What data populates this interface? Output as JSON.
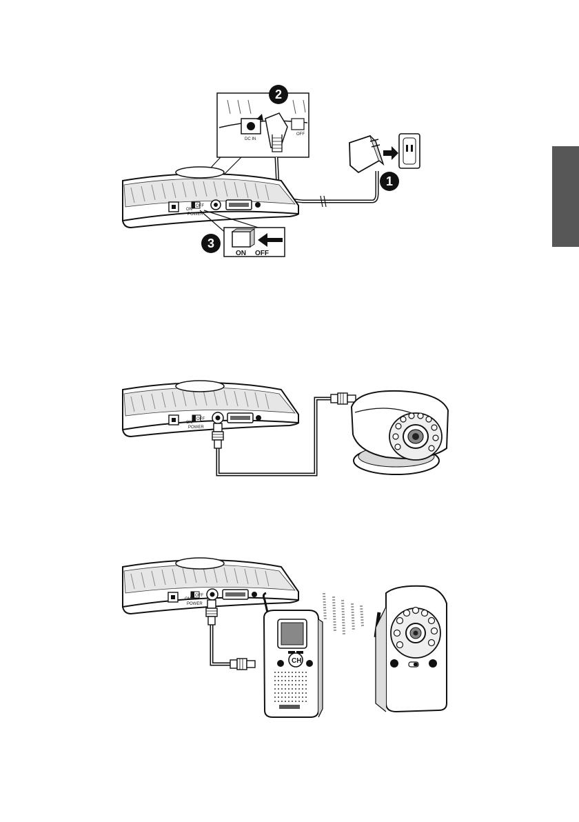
{
  "page": {
    "side_tab_color": "#575757"
  },
  "figure1": {
    "step_markers": [
      "1",
      "2",
      "3"
    ],
    "switch_on_label": "ON",
    "switch_off_label": "OFF",
    "inset_switch_off_label": "OFF",
    "dc_in_label": "DC IN",
    "receiver_on_label": "ON",
    "receiver_off_label": "OFF",
    "receiver_power_label": "POWER"
  },
  "figure2": {
    "receiver_on_label": "ON",
    "receiver_off_label": "OFF",
    "receiver_power_label": "POWER"
  },
  "figure3": {
    "receiver_on_label": "ON",
    "receiver_off_label": "OFF",
    "receiver_power_label": "POWER",
    "monitor_button_label": "CH"
  }
}
